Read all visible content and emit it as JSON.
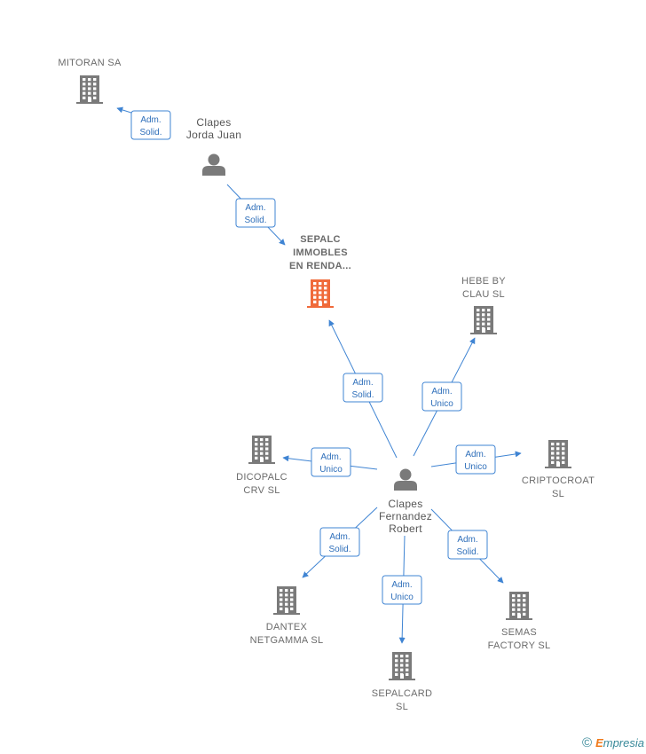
{
  "nodes": {
    "mitoran": {
      "type": "company",
      "label": [
        "MITORAN SA"
      ],
      "color": "#7a7a7a"
    },
    "clapes_jorda": {
      "type": "person",
      "label": [
        "Clapes",
        "Jorda Juan"
      ],
      "color": "#7a7a7a"
    },
    "sepalc": {
      "type": "company",
      "label": [
        "SEPALC",
        "IMMOBLES",
        "EN RENDA..."
      ],
      "color": "#f06a3a",
      "highlight": true
    },
    "hebe": {
      "type": "company",
      "label": [
        "HEBE BY",
        "CLAU SL"
      ],
      "color": "#7a7a7a"
    },
    "dicopalc": {
      "type": "company",
      "label": [
        "DICOPALC",
        "CRV SL"
      ],
      "color": "#7a7a7a"
    },
    "clapes_fernandez": {
      "type": "person",
      "label": [
        "Clapes",
        "Fernandez",
        "Robert"
      ],
      "color": "#7a7a7a"
    },
    "criptocroat": {
      "type": "company",
      "label": [
        "CRIPTOCROAT",
        "SL"
      ],
      "color": "#7a7a7a"
    },
    "dantex": {
      "type": "company",
      "label": [
        "DANTEX",
        "NETGAMMA SL"
      ],
      "color": "#7a7a7a"
    },
    "semas": {
      "type": "company",
      "label": [
        "SEMAS",
        "FACTORY SL"
      ],
      "color": "#7a7a7a"
    },
    "sepalcard": {
      "type": "company",
      "label": [
        "SEPALCARD",
        "SL"
      ],
      "color": "#7a7a7a"
    }
  },
  "edges": [
    {
      "from": "clapes_jorda",
      "to": "mitoran",
      "label": [
        "Adm.",
        "Solid."
      ]
    },
    {
      "from": "clapes_jorda",
      "to": "sepalc",
      "label": [
        "Adm.",
        "Solid."
      ]
    },
    {
      "from": "clapes_fernandez",
      "to": "sepalc",
      "label": [
        "Adm.",
        "Solid."
      ]
    },
    {
      "from": "clapes_fernandez",
      "to": "hebe",
      "label": [
        "Adm.",
        "Unico"
      ]
    },
    {
      "from": "clapes_fernandez",
      "to": "dicopalc",
      "label": [
        "Adm.",
        "Unico"
      ]
    },
    {
      "from": "clapes_fernandez",
      "to": "criptocroat",
      "label": [
        "Adm.",
        "Unico"
      ]
    },
    {
      "from": "clapes_fernandez",
      "to": "dantex",
      "label": [
        "Adm.",
        "Solid."
      ]
    },
    {
      "from": "clapes_fernandez",
      "to": "sepalcard",
      "label": [
        "Adm.",
        "Unico"
      ]
    },
    {
      "from": "clapes_fernandez",
      "to": "semas",
      "label": [
        "Adm.",
        "Solid."
      ]
    }
  ],
  "footer": {
    "copyright_symbol": "©",
    "brand_first": "E",
    "brand_rest": "mpresia"
  },
  "colors": {
    "edge": "#3f84d3",
    "edge_text": "#2f6fba",
    "node": "#7a7a7a",
    "highlight": "#f06a3a"
  }
}
